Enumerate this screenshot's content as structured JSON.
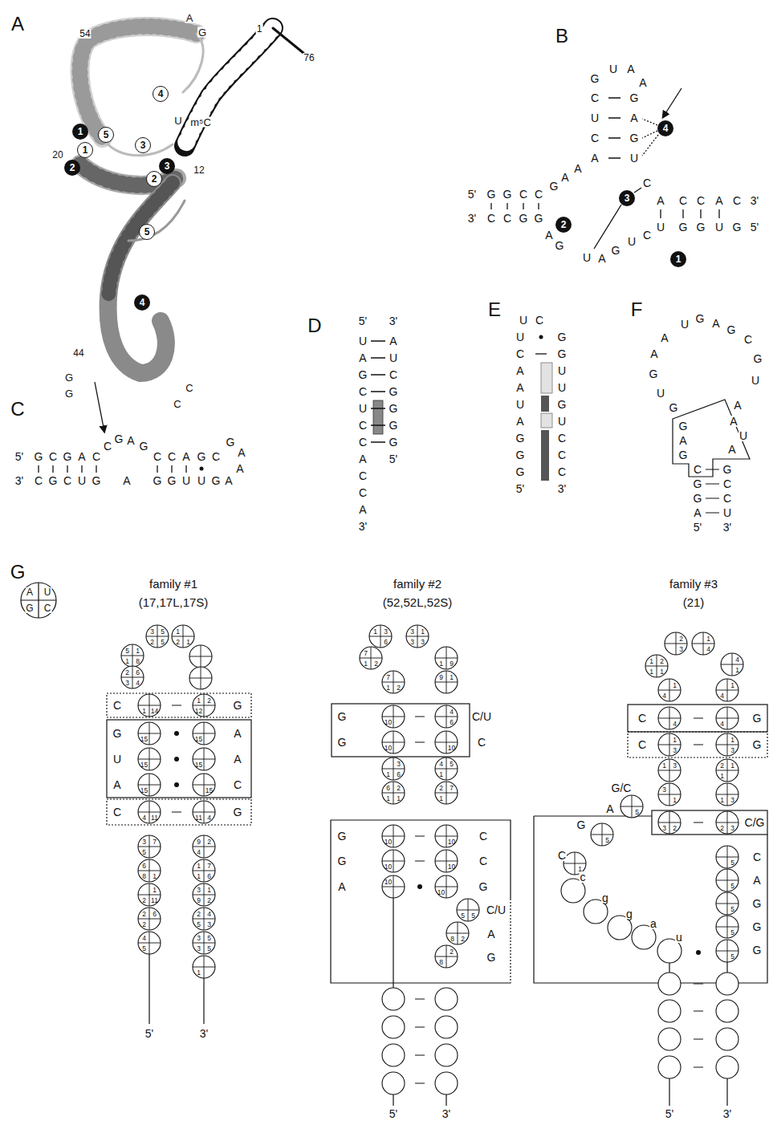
{
  "diagram": {
    "nodes": [
      {
        "text": [
          "4"
        ]
      },
      {
        "text": [
          "5"
        ]
      },
      {
        "text": [
          "1"
        ]
      },
      {
        "text": [
          "1"
        ]
      },
      {
        "text": [
          "2"
        ]
      },
      {
        "text": [
          "3"
        ]
      },
      {
        "text": [
          "3"
        ]
      },
      {
        "text": [
          "2"
        ]
      },
      {
        "text": [
          "5"
        ]
      },
      {
        "text": [
          "4"
        ]
      },
      {
        "text": [
          "4"
        ]
      },
      {
        "text": [
          "3"
        ]
      },
      {
        "text": [
          "2"
        ]
      },
      {
        "text": [
          "1"
        ]
      }
    ],
    "labels": [
      "A",
      "54",
      "A",
      "G",
      "1",
      "76",
      "U",
      "m⁵C",
      "20",
      "12",
      "44",
      "G",
      "G",
      "C",
      "C",
      "B",
      "G",
      "U",
      "A",
      "A",
      "C",
      "G",
      "U",
      "A",
      "C",
      "G",
      "A",
      "U",
      "A",
      "A",
      "G",
      "5'",
      "G",
      "G",
      "C",
      "C",
      "3'",
      "C",
      "C",
      "G",
      "G",
      "A",
      "G",
      "U",
      "A",
      "G",
      "U",
      "C",
      "C",
      "A",
      "C",
      "C",
      "A",
      "C",
      "3'",
      "U",
      "G",
      "G",
      "U",
      "G",
      "5'",
      "C",
      "5'",
      "G",
      "C",
      "G",
      "A",
      "C",
      "C",
      "G",
      "A",
      "G",
      "C",
      "C",
      "A",
      "G",
      "C",
      "G",
      "A",
      "A",
      "A",
      "3'",
      "C",
      "G",
      "C",
      "U",
      "G",
      "A",
      "G",
      "G",
      "U",
      "U",
      "G",
      "D",
      "5'",
      "3'",
      "U",
      "A",
      "G",
      "C",
      "U",
      "C",
      "C",
      "A",
      "C",
      "C",
      "A",
      "3'",
      "A",
      "U",
      "C",
      "G",
      "G",
      "G",
      "G",
      "5'",
      "E",
      "U",
      "C",
      "U",
      "C",
      "A",
      "A",
      "U",
      "A",
      "G",
      "G",
      "G",
      "5'",
      "G",
      "G",
      "U",
      "U",
      "G",
      "U",
      "C",
      "C",
      "C",
      "3'",
      "F",
      "G",
      "U",
      "G",
      "A",
      "A",
      "U",
      "G",
      "A",
      "G",
      "C",
      "G",
      "U",
      "A",
      "G",
      "A",
      "G",
      "A",
      "U",
      "A",
      "C",
      "G",
      "G",
      "C",
      "G",
      "C",
      "A",
      "U",
      "5'",
      "3'",
      "G",
      "A",
      "U",
      "G",
      "C",
      "family #1",
      "(17,17L,17S)",
      "family #2",
      "(52,52L,52S)",
      "family #3",
      "(21)",
      "C",
      "G",
      "G",
      "A",
      "U",
      "A",
      "A",
      "C",
      "C",
      "G",
      "5'",
      "3'",
      "G",
      "C/U",
      "G",
      "C",
      "G",
      "C",
      "G",
      "C",
      "A",
      "G",
      "C/U",
      "A",
      "G",
      "5'",
      "3'",
      "C",
      "G",
      "C",
      "G",
      "G/C",
      "A",
      "C/G",
      "G",
      "C",
      "C",
      "A",
      "G",
      "G",
      "G",
      "c",
      "g",
      "g",
      "a",
      "u",
      "5'",
      "3'",
      "3",
      "5",
      "2",
      "5",
      "1",
      "2",
      "1",
      "5",
      "1",
      "1",
      "8",
      "2",
      "6",
      "3",
      "4",
      "1",
      "14",
      "1",
      "2",
      "12",
      "15",
      "15",
      "15",
      "15",
      "15",
      "15",
      "4",
      "11",
      "11",
      "4",
      "3",
      "7",
      "5",
      "6",
      "8",
      "1",
      "1",
      "2",
      "11",
      "2",
      "6",
      "2",
      "4",
      "5",
      "9",
      "2",
      "4",
      "1",
      "7",
      "1",
      "6",
      "3",
      "1",
      "9",
      "2",
      "2",
      "4",
      "5",
      "3",
      "3",
      "5",
      "3",
      "5",
      "1",
      "1",
      "3",
      "6",
      "3",
      "1",
      "3",
      "3",
      "7",
      "1",
      "2",
      "1",
      "9",
      "7",
      "1",
      "2",
      "9",
      "1",
      "10",
      "4",
      "6",
      "10",
      "10",
      "3",
      "1",
      "6",
      "4",
      "5",
      "1",
      "6",
      "2",
      "1",
      "1",
      "2",
      "7",
      "1",
      "10",
      "10",
      "10",
      "10",
      "10",
      "10",
      "5",
      "5",
      "8",
      "2",
      "2",
      "8",
      "1",
      "2",
      "1",
      "1",
      "2",
      "3",
      "1",
      "4",
      "4",
      "1",
      "1",
      "4",
      "1",
      "4",
      "4",
      "4",
      "1",
      "3",
      "1",
      "3",
      "1",
      "3",
      "2",
      "1",
      "1",
      "3",
      "1",
      "1",
      "3",
      "3",
      "2",
      "2",
      "3",
      "5",
      "5",
      "1",
      "5",
      "5",
      "5",
      "5",
      "5"
    ]
  }
}
